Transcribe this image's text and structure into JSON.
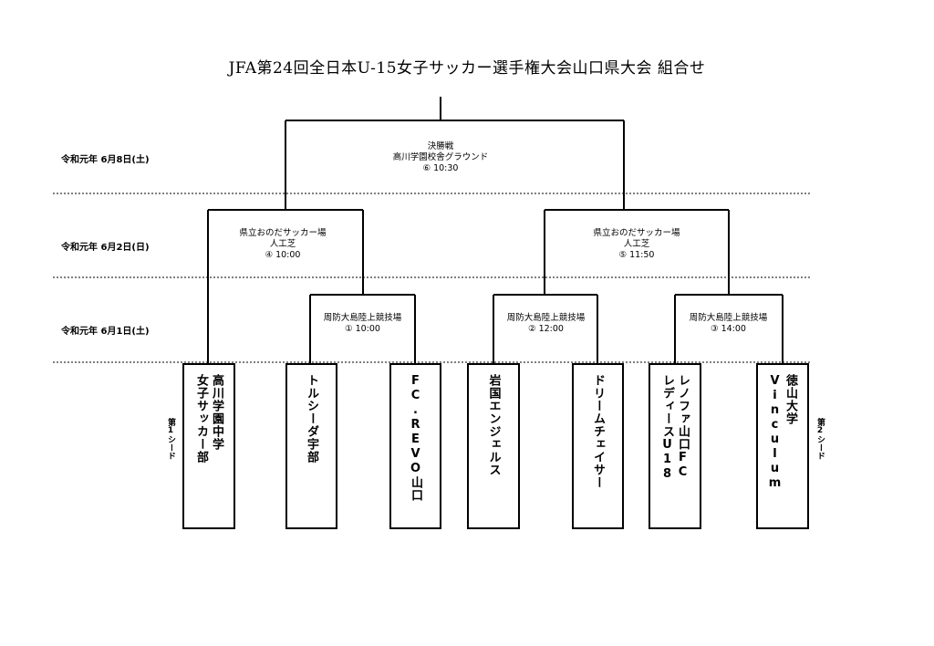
{
  "title": "JFA第24回全日本U-15女子サッカー選手権大会山口県大会 組合せ",
  "dates": {
    "final": "令和元年 6月8日(土)",
    "semi": "令和元年 6月2日(日)",
    "first": "令和元年 6月1日(土)"
  },
  "matches": {
    "final": {
      "round": "決勝戦",
      "venue": "高川学園校舎グラウンド",
      "time": "⑥ 10:30"
    },
    "semi_left": {
      "venue": "県立おのだサッカー場",
      "surface": "人工芝",
      "time": "④ 10:00"
    },
    "semi_right": {
      "venue": "県立おのだサッカー場",
      "surface": "人工芝",
      "time": "⑤ 11:50"
    },
    "m1": {
      "venue": "周防大島陸上競技場",
      "time": "① 10:00"
    },
    "m2": {
      "venue": "周防大島陸上競技場",
      "time": "② 12:00"
    },
    "m3": {
      "venue": "周防大島陸上競技場",
      "time": "③ 14:00"
    }
  },
  "teams": {
    "t1": {
      "line1": "高川学園中学",
      "line2": "女子サッカー部"
    },
    "t2": {
      "line1": "トルシーダ宇部"
    },
    "t3": {
      "line1": "FC.REVO山口"
    },
    "t4": {
      "line1": "岩国エンジェルス"
    },
    "t5": {
      "line1": "ドリームチェイサー"
    },
    "t6": {
      "line1": "レノファ山口FC",
      "line2": "レディースU18"
    },
    "t7": {
      "line1": "徳山大学",
      "line2": "Vinculum"
    }
  },
  "seeds": {
    "left": "第1シード",
    "right": "第2シード"
  }
}
